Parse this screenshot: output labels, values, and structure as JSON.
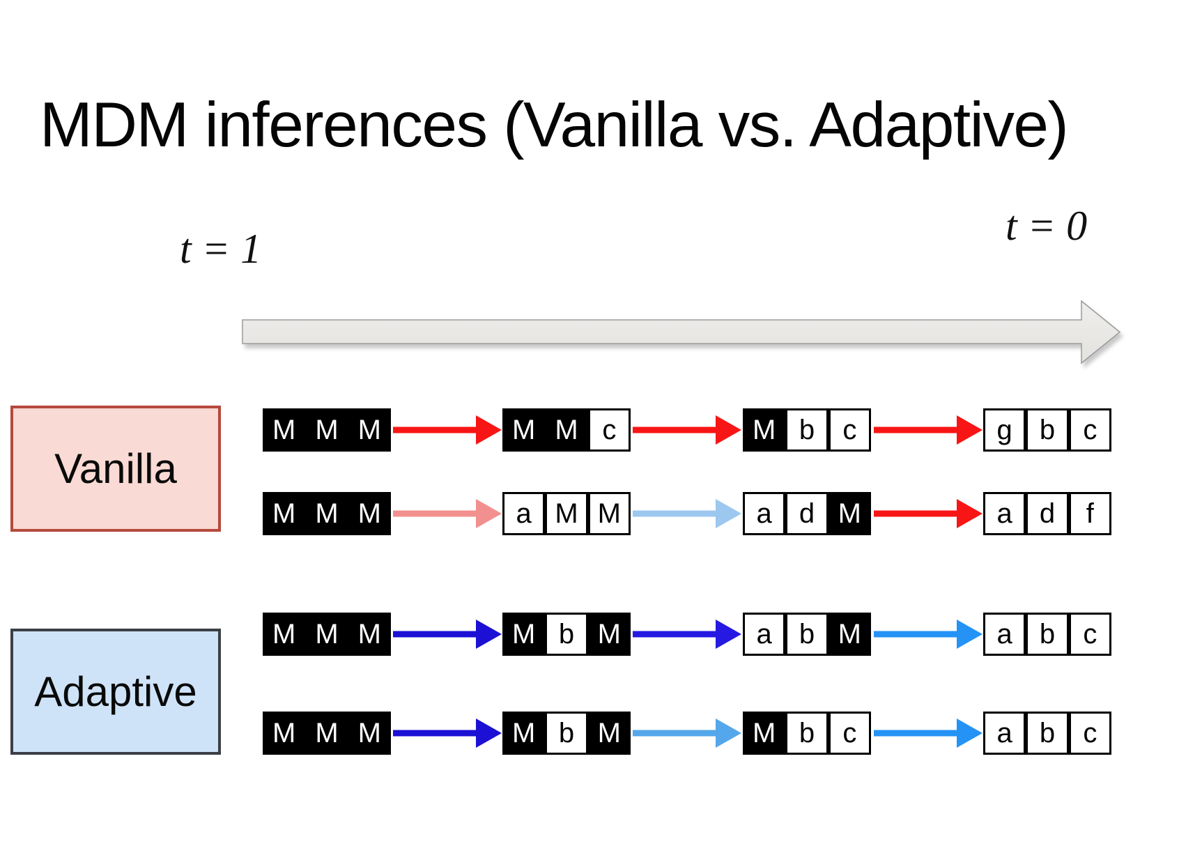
{
  "title": "MDM inferences (Vanilla vs. Adaptive)",
  "timeline": {
    "start_label": "t = 1",
    "end_label": "t = 0",
    "arrow_fill": "#e9e8e5",
    "arrow_stroke": "#9a9a9a"
  },
  "legend": {
    "vanilla": {
      "label": "Vanilla",
      "fill": "#f9dad4",
      "border": "#b5493d"
    },
    "adaptive": {
      "label": "Adaptive",
      "fill": "#cfe3f8",
      "border": "#3b4046"
    }
  },
  "mask_token": "M",
  "arrow_colors": {
    "red": "#f81515",
    "salmon": "#f29090",
    "pale_blue": "#9cc7ef",
    "dark_blue": "#1b10d4",
    "mid_blue": "#2519e2",
    "sky_blue": "#54a7ea",
    "dodger_blue": "#2493f5"
  },
  "rows": [
    {
      "group": "Vanilla",
      "sequences": [
        [
          {
            "t": "M",
            "masked": true
          },
          {
            "t": "M",
            "masked": true
          },
          {
            "t": "M",
            "masked": true
          }
        ],
        [
          {
            "t": "M",
            "masked": true
          },
          {
            "t": "M",
            "masked": true
          },
          {
            "t": "c",
            "masked": false
          }
        ],
        [
          {
            "t": "M",
            "masked": true
          },
          {
            "t": "b",
            "masked": false
          },
          {
            "t": "c",
            "masked": false
          }
        ],
        [
          {
            "t": "g",
            "masked": false
          },
          {
            "t": "b",
            "masked": false
          },
          {
            "t": "c",
            "masked": false
          }
        ]
      ],
      "arrows": [
        {
          "color": "#f81515"
        },
        {
          "color": "#f81515"
        },
        {
          "color": "#f81515"
        }
      ]
    },
    {
      "group": "Vanilla",
      "sequences": [
        [
          {
            "t": "M",
            "masked": true
          },
          {
            "t": "M",
            "masked": true
          },
          {
            "t": "M",
            "masked": true
          }
        ],
        [
          {
            "t": "a",
            "masked": false
          },
          {
            "t": "M",
            "masked": false
          },
          {
            "t": "M",
            "masked": false
          }
        ],
        [
          {
            "t": "a",
            "masked": false
          },
          {
            "t": "d",
            "masked": false
          },
          {
            "t": "M",
            "masked": true
          }
        ],
        [
          {
            "t": "a",
            "masked": false
          },
          {
            "t": "d",
            "masked": false
          },
          {
            "t": "f",
            "masked": false
          }
        ]
      ],
      "arrows": [
        {
          "color": "#f29090"
        },
        {
          "color": "#9cc7ef"
        },
        {
          "color": "#f81515"
        }
      ]
    },
    {
      "group": "Adaptive",
      "sequences": [
        [
          {
            "t": "M",
            "masked": true
          },
          {
            "t": "M",
            "masked": true
          },
          {
            "t": "M",
            "masked": true
          }
        ],
        [
          {
            "t": "M",
            "masked": true
          },
          {
            "t": "b",
            "masked": false
          },
          {
            "t": "M",
            "masked": true
          }
        ],
        [
          {
            "t": "a",
            "masked": false
          },
          {
            "t": "b",
            "masked": false
          },
          {
            "t": "M",
            "masked": true
          }
        ],
        [
          {
            "t": "a",
            "masked": false
          },
          {
            "t": "b",
            "masked": false
          },
          {
            "t": "c",
            "masked": false
          }
        ]
      ],
      "arrows": [
        {
          "color": "#1b10d4"
        },
        {
          "color": "#2519e2"
        },
        {
          "color": "#2493f5"
        }
      ]
    },
    {
      "group": "Adaptive",
      "sequences": [
        [
          {
            "t": "M",
            "masked": true
          },
          {
            "t": "M",
            "masked": true
          },
          {
            "t": "M",
            "masked": true
          }
        ],
        [
          {
            "t": "M",
            "masked": true
          },
          {
            "t": "b",
            "masked": false
          },
          {
            "t": "M",
            "masked": true
          }
        ],
        [
          {
            "t": "M",
            "masked": true
          },
          {
            "t": "b",
            "masked": false
          },
          {
            "t": "c",
            "masked": false
          }
        ],
        [
          {
            "t": "a",
            "masked": false
          },
          {
            "t": "b",
            "masked": false
          },
          {
            "t": "c",
            "masked": false
          }
        ]
      ],
      "arrows": [
        {
          "color": "#1b10d4"
        },
        {
          "color": "#54a7ea"
        },
        {
          "color": "#2493f5"
        }
      ]
    }
  ]
}
